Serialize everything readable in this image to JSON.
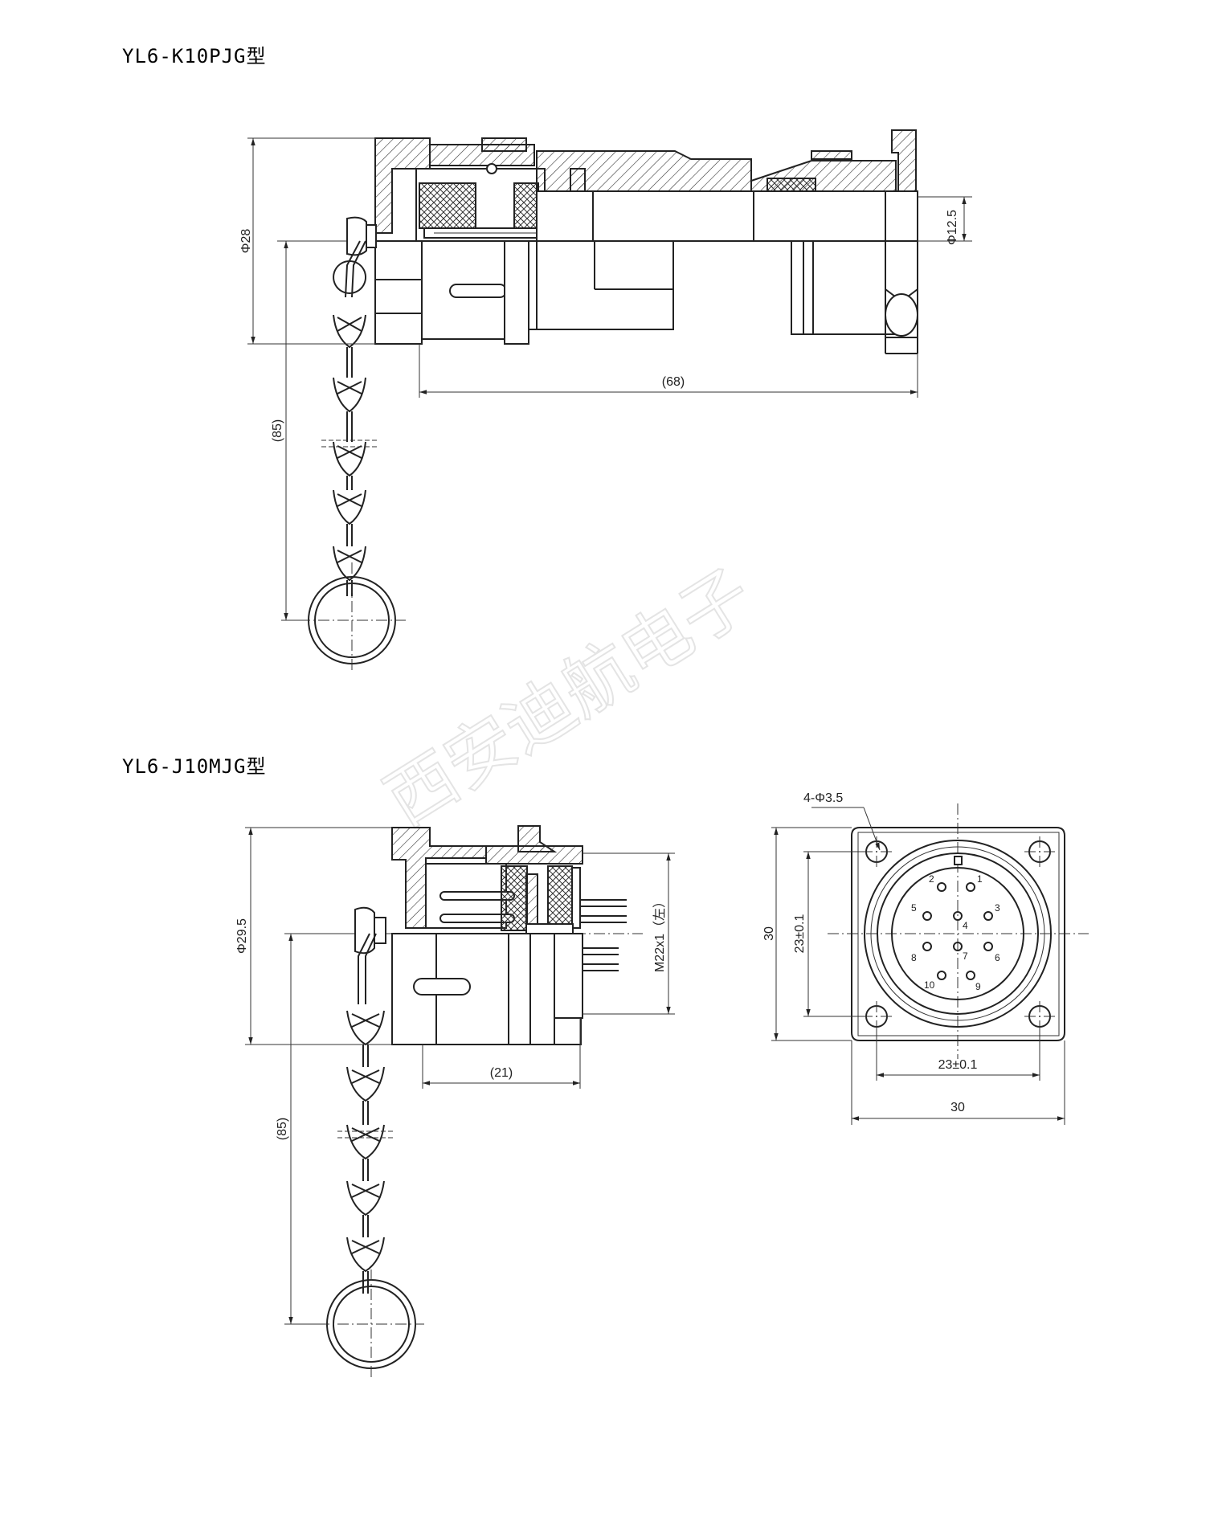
{
  "watermark": "西安迪航电子",
  "plug": {
    "title": "YL6-K10PJG型",
    "dims": {
      "body_diameter": "Φ28",
      "cable_diameter": "Φ12.5",
      "length": "(68)",
      "chain_length": "(85)"
    }
  },
  "socket": {
    "title": "YL6-J10MJG型",
    "dims": {
      "body_diameter": "Φ29.5",
      "thread": "M22x1（左）",
      "length": "(21)",
      "chain_length": "(85)"
    }
  },
  "front_view": {
    "hole_callout": "4-Φ3.5",
    "flange_height": "30",
    "flange_width": "30",
    "hole_spacing_v": "23±0.1",
    "hole_spacing_h": "23±0.1",
    "pins": [
      "1",
      "2",
      "3",
      "4",
      "5",
      "6",
      "7",
      "8",
      "9",
      "10"
    ]
  },
  "colors": {
    "line": "#222222",
    "watermark": "#e4e4e4",
    "background": "#ffffff"
  }
}
